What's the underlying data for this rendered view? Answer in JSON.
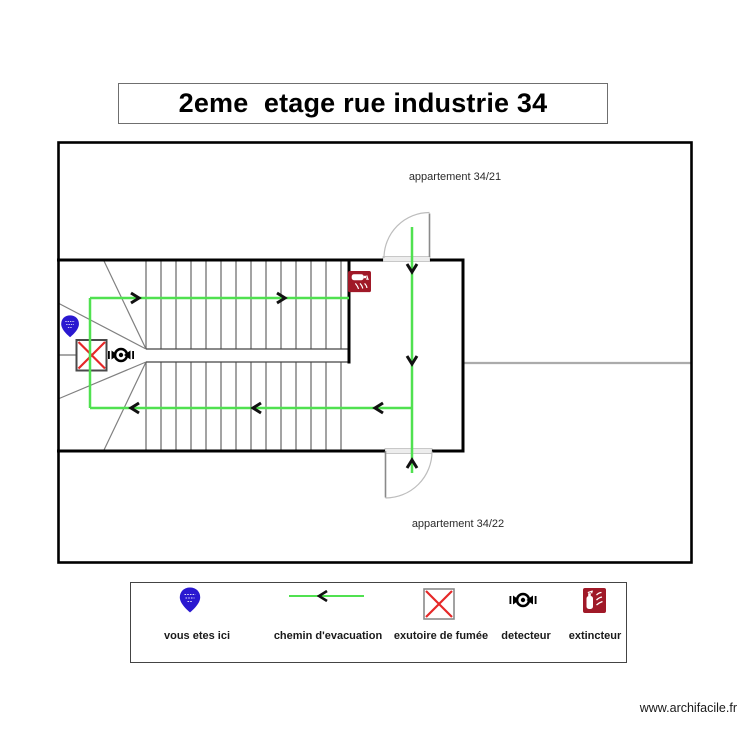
{
  "title": "2eme  etage rue industrie 34",
  "plan": {
    "apartment_top_label": "appartement 34/21",
    "apartment_bottom_label": "appartement 34/22"
  },
  "legend": {
    "items": [
      {
        "icon": "you-are-here-pin-icon",
        "label": "vous etes ici"
      },
      {
        "icon": "evacuation-path-icon",
        "label": "chemin d'evacuation"
      },
      {
        "icon": "smoke-vent-icon",
        "label": "exutoire de fumée"
      },
      {
        "icon": "smoke-detector-icon",
        "label": "detecteur"
      },
      {
        "icon": "extinguisher-icon",
        "label": "extincteur"
      }
    ]
  },
  "watermark": "www.archifacile.fr",
  "colors": {
    "evacuation_green": "#50e150",
    "pin_blue": "#2a18d0",
    "smoke_vent_red": "#e62828",
    "extinguisher_red": "#a01928",
    "wall_black": "#000000",
    "detail_gray": "#6e6e6e"
  }
}
